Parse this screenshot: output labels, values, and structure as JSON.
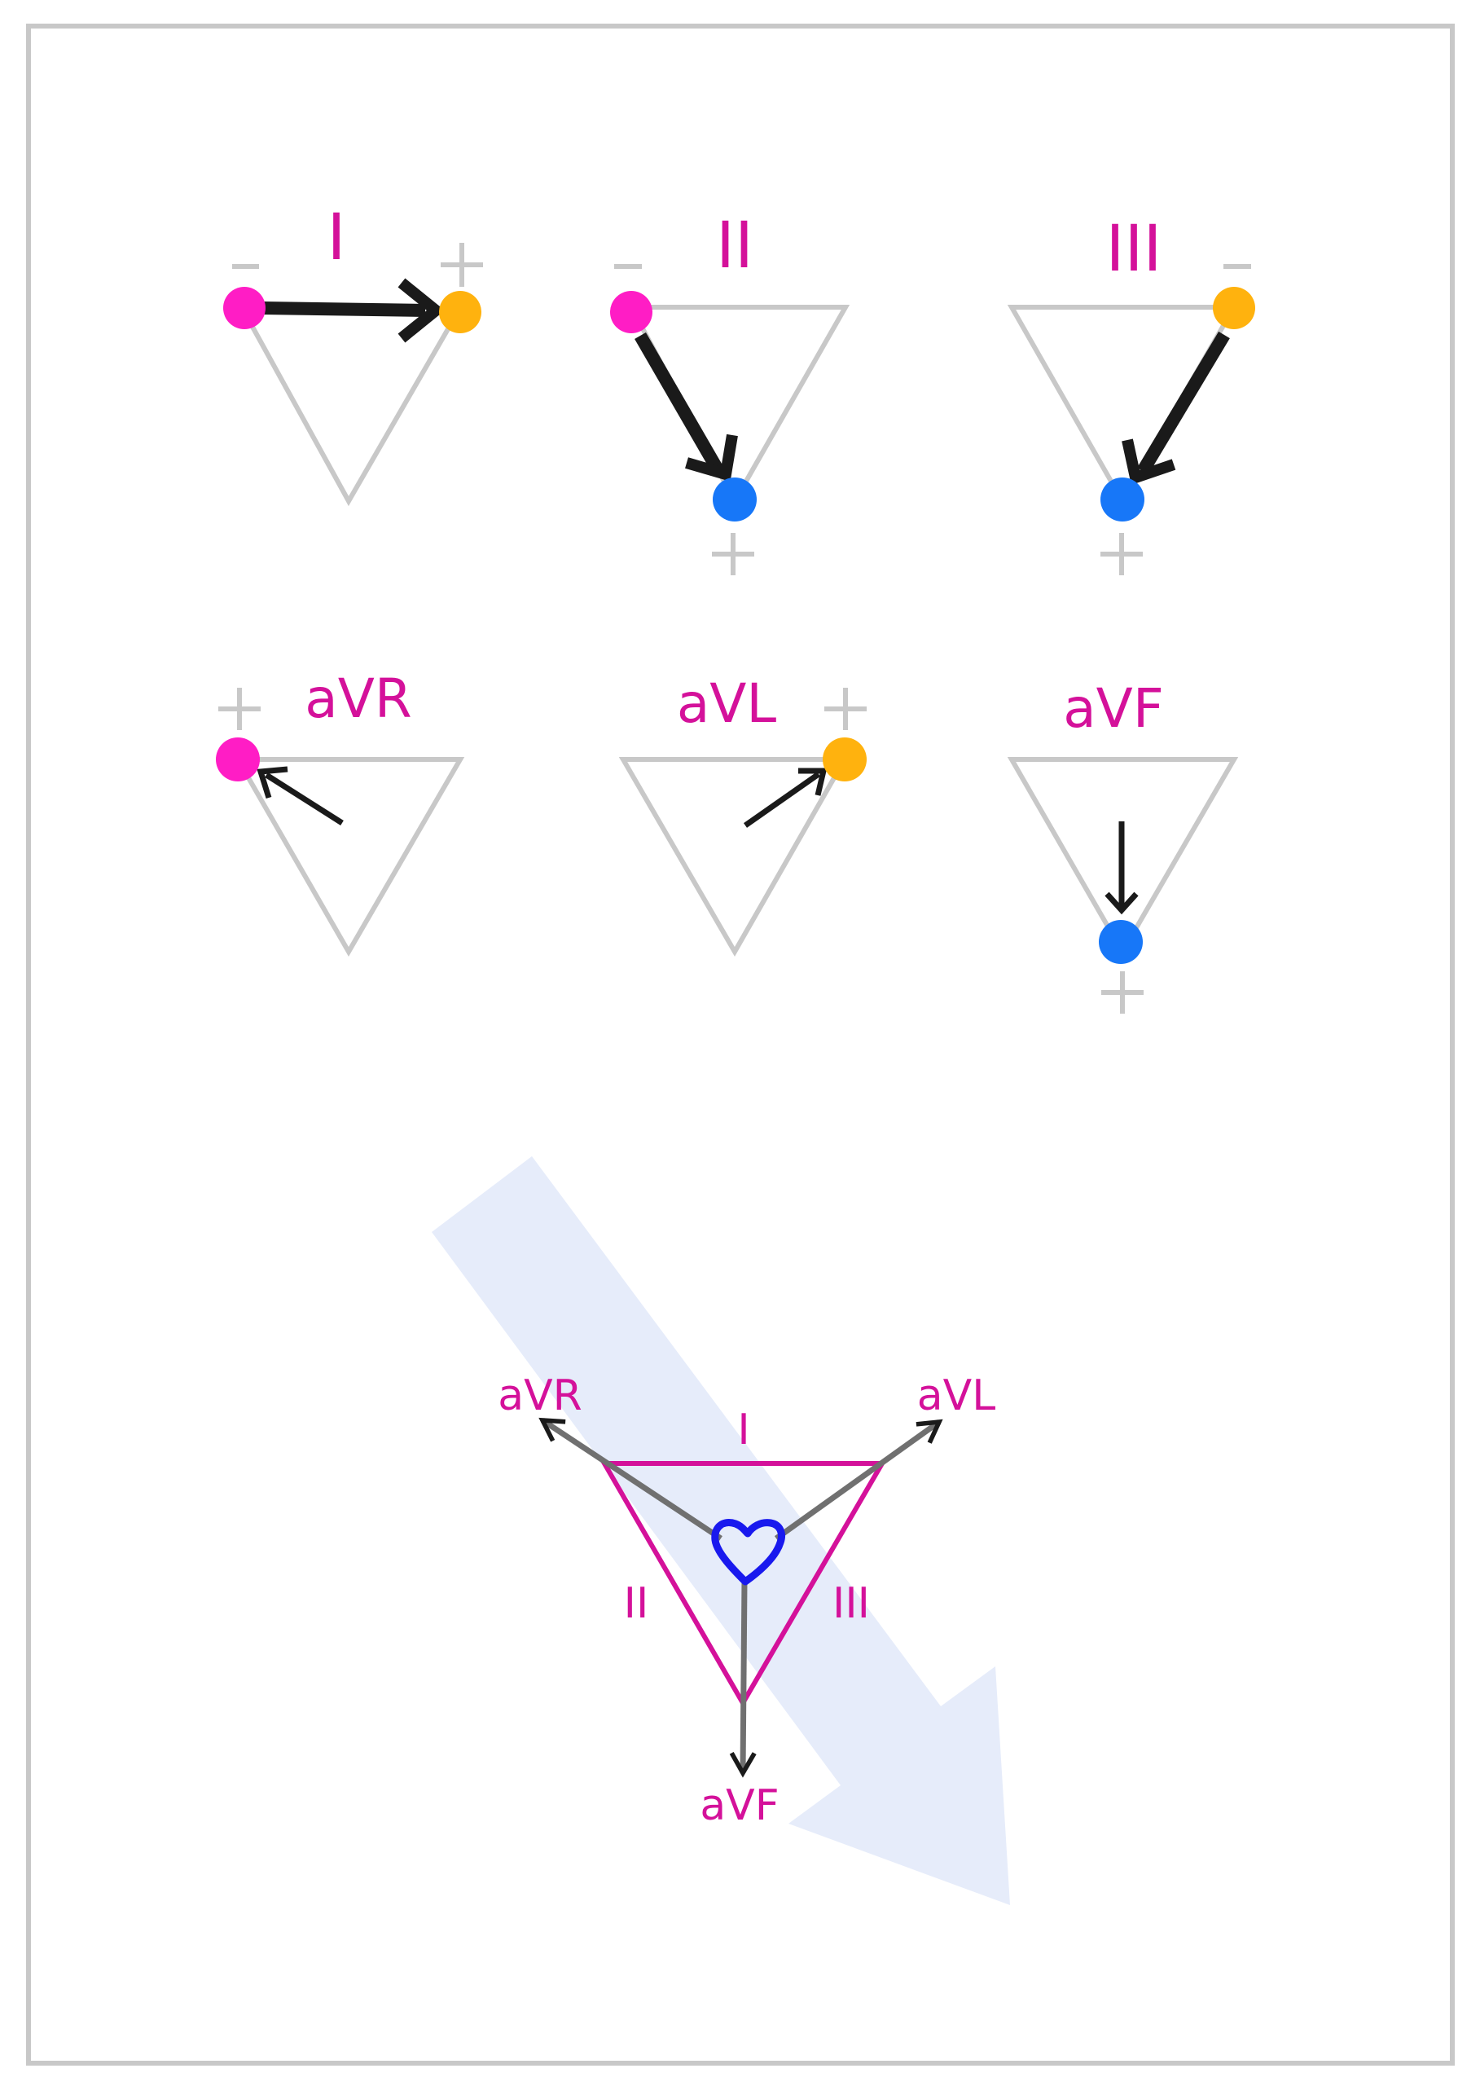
{
  "colors": {
    "frame": "#c8c8c8",
    "triangle": "#c8c8c8",
    "label": "#d4119a",
    "right_arm": "#ff1dc5",
    "left_arm": "#ffb20e",
    "left_leg": "#1777f8",
    "arrow": "#1a1a1a",
    "axis": "#707070",
    "heart": "#1919ee",
    "vector": "#e6ecfa"
  },
  "leads": {
    "I": {
      "label": "I",
      "neg_sign": "−",
      "pos_sign": "+"
    },
    "II": {
      "label": "II",
      "neg_sign": "−",
      "pos_sign": "+"
    },
    "III": {
      "label": "III",
      "neg_sign": "−",
      "pos_sign": "+"
    },
    "aVR": {
      "label": "aVR",
      "pos_sign": "+"
    },
    "aVL": {
      "label": "aVL",
      "pos_sign": "+"
    },
    "aVF": {
      "label": "aVF",
      "pos_sign": "+"
    }
  },
  "einthoven": {
    "side_top": "I",
    "side_left": "II",
    "side_right": "III",
    "axis_aVR": "aVR",
    "axis_aVL": "aVL",
    "axis_aVF": "aVF",
    "heart_icon": "heart-icon",
    "mean_vector": "cardiac-vector-arrow"
  }
}
